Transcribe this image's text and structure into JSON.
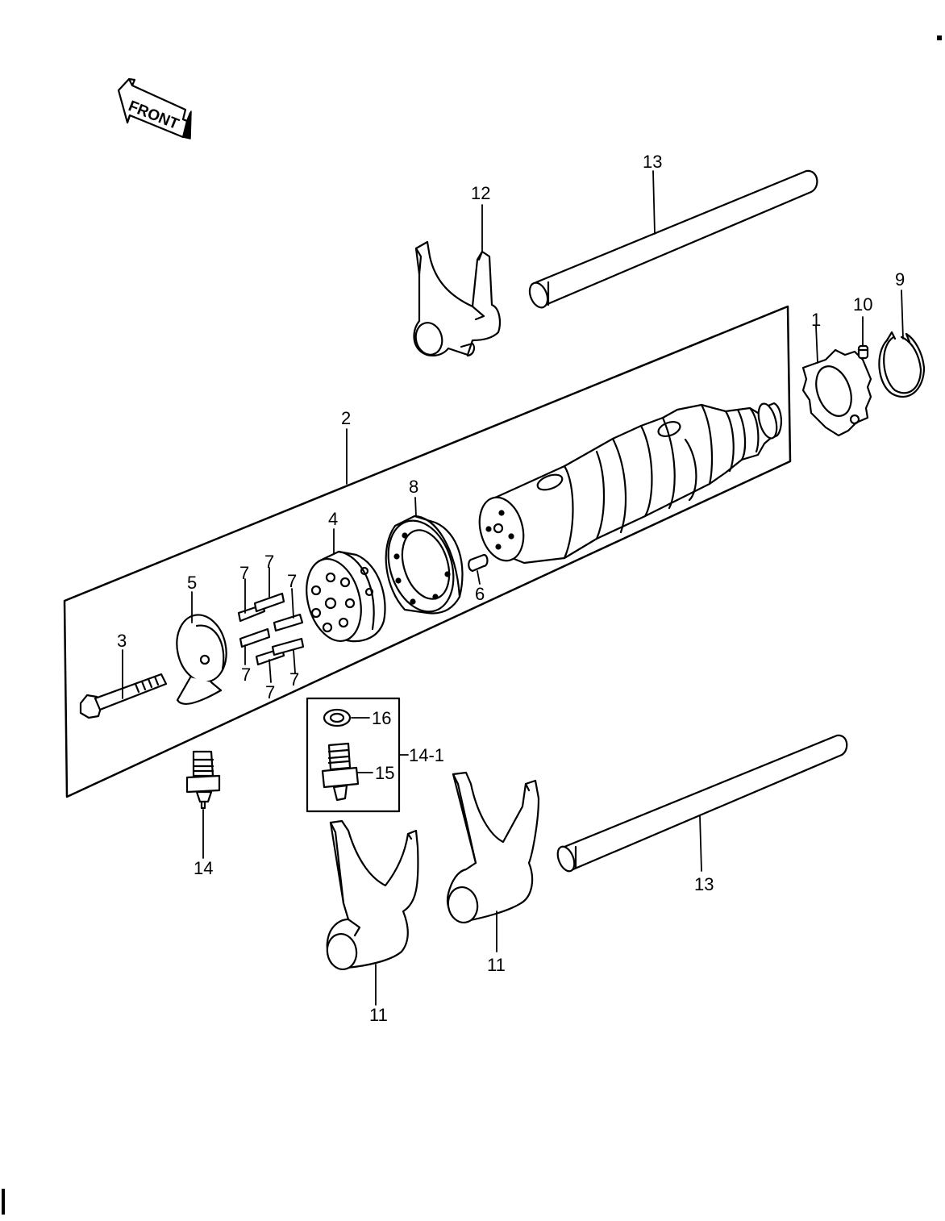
{
  "front_arrow": {
    "text": "FRONT"
  },
  "callouts": {
    "c1": "1",
    "c2": "2",
    "c3": "3",
    "c4": "4",
    "c5": "5",
    "c6": "6",
    "c7a": "7",
    "c7b": "7",
    "c7c": "7",
    "c7d": "7",
    "c7e": "7",
    "c7f": "7",
    "c8": "8",
    "c9": "9",
    "c10": "10",
    "c11a": "11",
    "c11b": "11",
    "c12": "12",
    "c13a": "13",
    "c13b": "13",
    "c14": "14",
    "c14_1": "14-1",
    "c15": "15",
    "c16": "16"
  },
  "colors": {
    "ink": "#000000",
    "paper": "#ffffff"
  }
}
